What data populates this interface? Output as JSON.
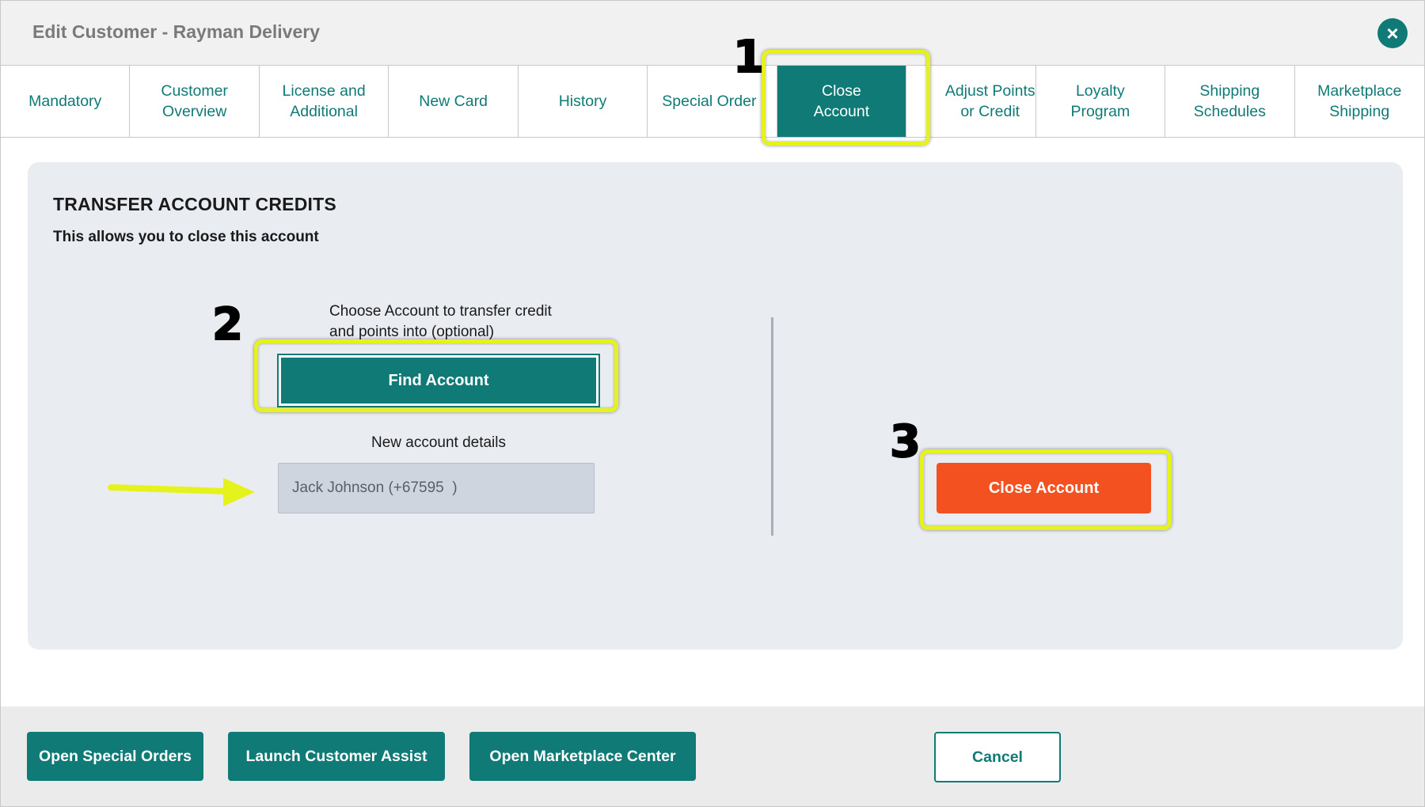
{
  "window": {
    "title": "Edit Customer - Rayman Delivery",
    "close_icon": "×"
  },
  "tabs": [
    {
      "label": "Mandatory"
    },
    {
      "label": "Customer\nOverview"
    },
    {
      "label": "License and\nAdditional"
    },
    {
      "label": "New Card"
    },
    {
      "label": "History"
    },
    {
      "label": "Special Order"
    },
    {
      "label": "Close\nAccount",
      "active": true
    },
    {
      "label": "Adjust Points\nor Credit"
    },
    {
      "label": "Loyalty\nProgram"
    },
    {
      "label": "Shipping\nSchedules"
    },
    {
      "label": "Marketplace\nShipping"
    }
  ],
  "panel": {
    "heading": "TRANSFER ACCOUNT CREDITS",
    "subheading": "This allows you to close this account",
    "choose_text": "Choose Account to transfer credit and points into (optional)",
    "find_button": "Find Account",
    "new_details_label": "New account details",
    "account_value": "Jack Johnson (+67595  )",
    "close_account_button": "Close Account"
  },
  "footer": {
    "open_special_orders": "Open Special Orders",
    "launch_customer_assist": "Launch Customer Assist",
    "open_marketplace_center": "Open Marketplace Center",
    "cancel": "Cancel"
  },
  "annotations": {
    "step1": "1",
    "step2": "2",
    "step3": "3"
  },
  "colors": {
    "accent": "#0f7a76",
    "danger": "#f45120",
    "highlight": "#e6f21c"
  }
}
